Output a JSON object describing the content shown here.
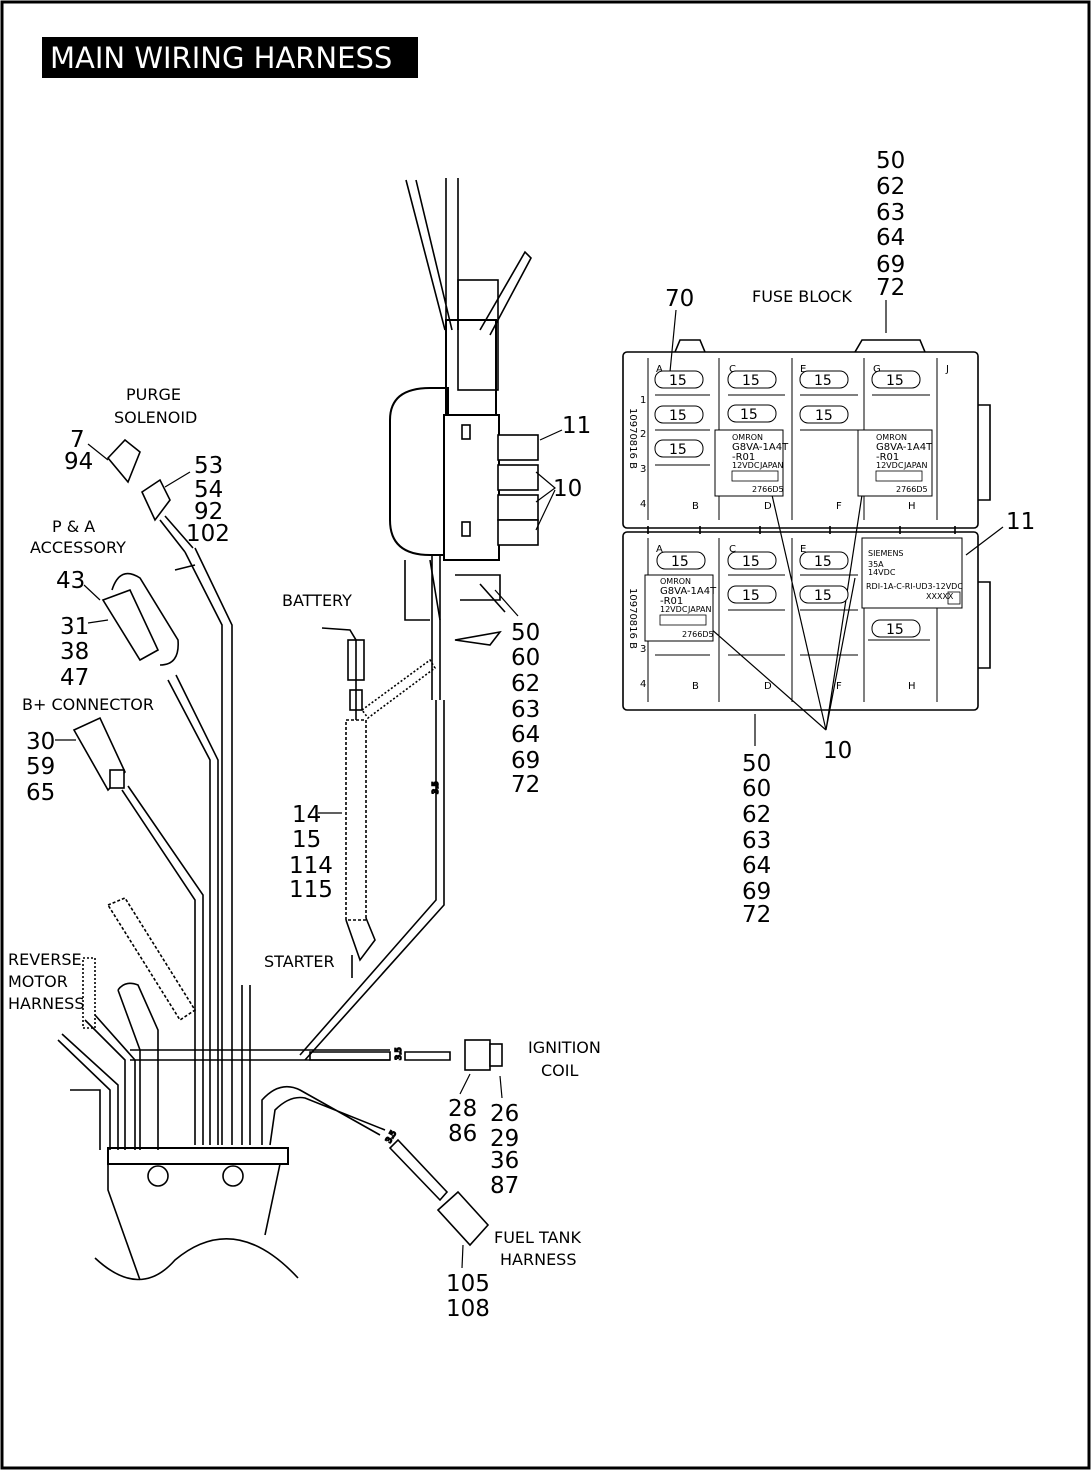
{
  "title": "MAIN WIRING HARNESS",
  "labels": {
    "purge_solenoid": [
      "PURGE",
      "SOLENOID"
    ],
    "pa_accessory": [
      "P & A",
      "ACCESSORY"
    ],
    "b_plus_connector": "B+ CONNECTOR",
    "battery": "BATTERY",
    "starter": "STARTER",
    "reverse_motor_harness": [
      "REVERSE",
      "MOTOR",
      "HARNESS"
    ],
    "ignition_coil": [
      "IGNITION",
      "COIL"
    ],
    "fuel_tank_harness": [
      "FUEL TANK",
      "HARNESS"
    ],
    "fuse_block": "FUSE BLOCK"
  },
  "callouts": {
    "purge_solenoid_connector": [
      "7",
      "94"
    ],
    "purge_solenoid_plug": [
      "53",
      "54",
      "92",
      "102"
    ],
    "pa_cap": "43",
    "pa_connector": [
      "31",
      "38",
      "47"
    ],
    "b_plus": [
      "30",
      "59",
      "65"
    ],
    "starter_conduit": [
      "14",
      "15",
      "114",
      "115"
    ],
    "relay_top": "11",
    "relay_pair": "10",
    "fuse_box_lower": [
      "50",
      "60",
      "62",
      "63",
      "64",
      "69",
      "72"
    ],
    "ignition_left": [
      "28",
      "86"
    ],
    "ignition_right": [
      "26",
      "29",
      "36",
      "87"
    ],
    "fuel_tank": [
      "105",
      "108"
    ],
    "fuse_block_top": [
      "50",
      "62",
      "63",
      "64",
      "69",
      "72"
    ],
    "fuse_70": "70",
    "fuse_block_11": "11",
    "fuse_block_10": "10",
    "fuse_block_bottom": [
      "50",
      "60",
      "62",
      "63",
      "64",
      "69",
      "72"
    ]
  },
  "fuse_value": "15",
  "relay": {
    "brand": "OMRON",
    "model_1": "G8VA-1A4T",
    "model_2": "-R01",
    "voltage": "12VDC",
    "origin": "JAPAN",
    "code": "2766D5"
  },
  "large_relay": {
    "brand": "SIEMENS",
    "rating": "35A",
    "voltage": "14VDC",
    "part": "RDI-1A-C-RI-UD3-12VDC",
    "code": "XXXXX"
  },
  "fuse_block_codes": [
    "10970816 B",
    "10970816 B"
  ],
  "fuse_block_columns": [
    "A",
    "C",
    "E",
    "G",
    "J"
  ],
  "fuse_block_bottom_letters": [
    "B",
    "D",
    "F",
    "H"
  ],
  "fuse_block_rows": [
    "1",
    "2",
    "3",
    "4"
  ],
  "wire_gauge": "3.5"
}
